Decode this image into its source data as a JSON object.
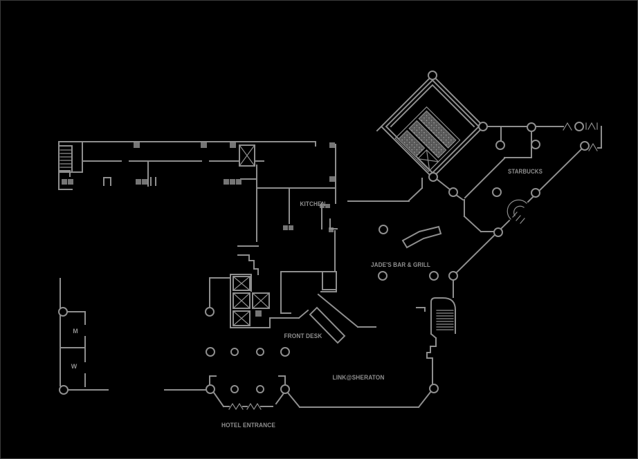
{
  "colors": {
    "background": "#000000",
    "line": "#8f8f8f",
    "label": "#8e8e8e",
    "jamb": "#757575"
  },
  "floorplan": {
    "type": "hotel-lobby-floor-plan",
    "labels": {
      "kitchen": "KITCHEN",
      "starbucks": "STARBUCKS",
      "jades_bar_grill": "JADE'S BAR & GRILL",
      "front_desk": "FRONT DESK",
      "link_sheraton": "LINK@SHERATON",
      "hotel_entrance": "HOTEL ENTRANCE",
      "mens_restroom": "M",
      "womens_restroom": "W"
    }
  }
}
